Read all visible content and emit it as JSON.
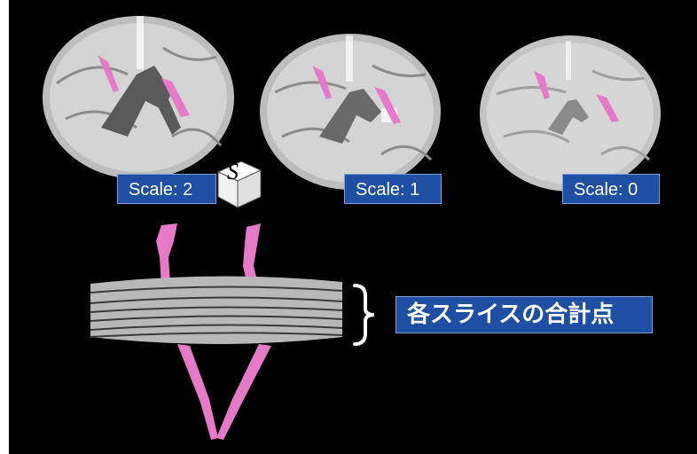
{
  "panels": [
    {
      "label": "Scale: 2"
    },
    {
      "label": "Scale: 1"
    },
    {
      "label": "Scale: 0"
    }
  ],
  "cube_letter": "S",
  "annotation": "各スライスの合計点",
  "colors": {
    "background": "#000000",
    "label_bg": "#1f4fa3",
    "label_text": "#ffffff",
    "tract": "#e47ac8",
    "tissue": "#b8b8b8"
  }
}
